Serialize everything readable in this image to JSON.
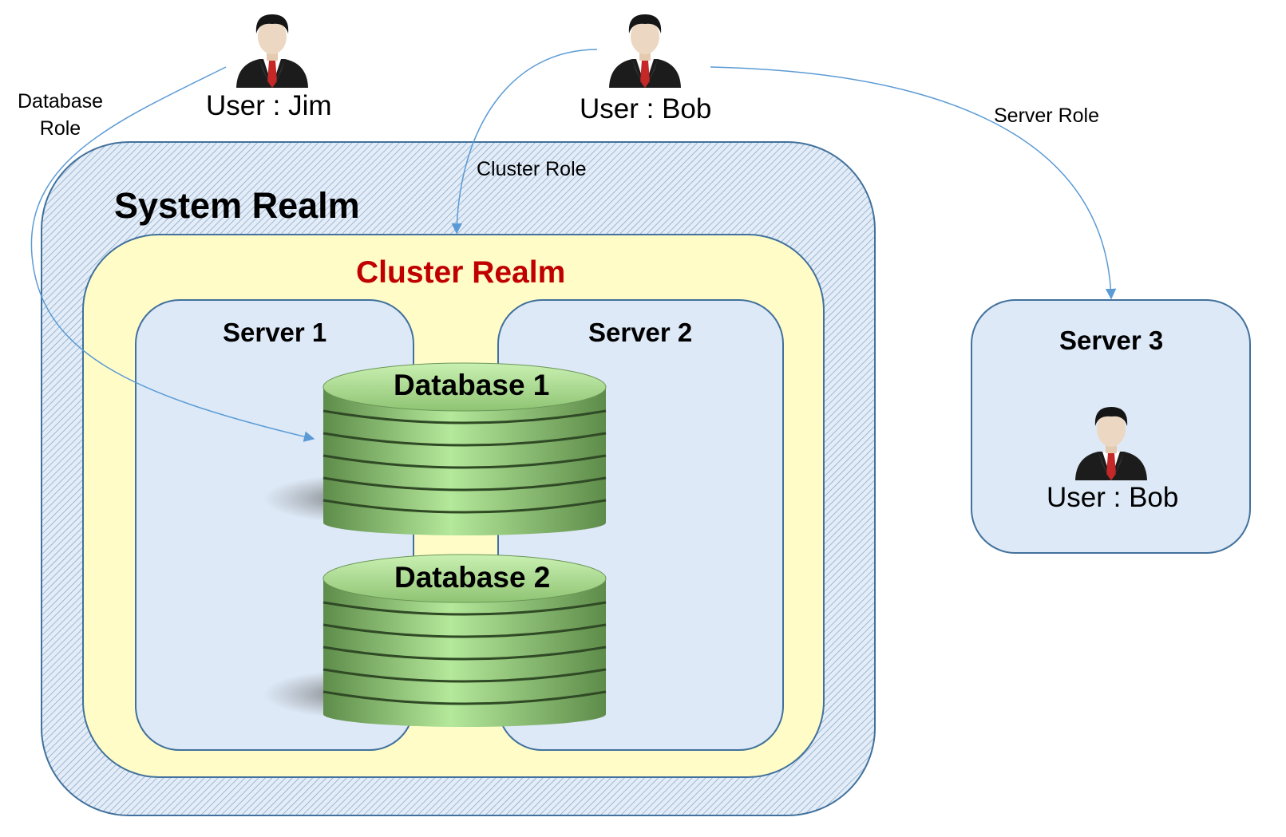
{
  "colors": {
    "system_realm_fill": "#dce8f4",
    "system_realm_border": "#41719c",
    "cluster_realm_fill": "#fffcc8",
    "cluster_realm_border": "#41719c",
    "cluster_title": "#c00000",
    "server_fill": "#dde9f7",
    "server_border": "#41719c",
    "database_fill": "#9ad07d",
    "arrow": "#5b9bd5"
  },
  "users": {
    "jim": {
      "label": "User : Jim",
      "icon": "businessman-icon"
    },
    "bob_top": {
      "label": "User : Bob",
      "icon": "businessman-icon"
    },
    "bob_server3": {
      "label": "User :  Bob",
      "icon": "businessman-icon"
    }
  },
  "roles": {
    "database": "Database\nRole",
    "cluster": "Cluster Role",
    "server": "Server Role"
  },
  "system_realm": {
    "title": "System Realm"
  },
  "cluster_realm": {
    "title": "Cluster Realm"
  },
  "servers": {
    "server1": "Server 1",
    "server2": "Server 2",
    "server3": "Server 3"
  },
  "databases": {
    "db1": "Database 1",
    "db2": "Database 2"
  }
}
